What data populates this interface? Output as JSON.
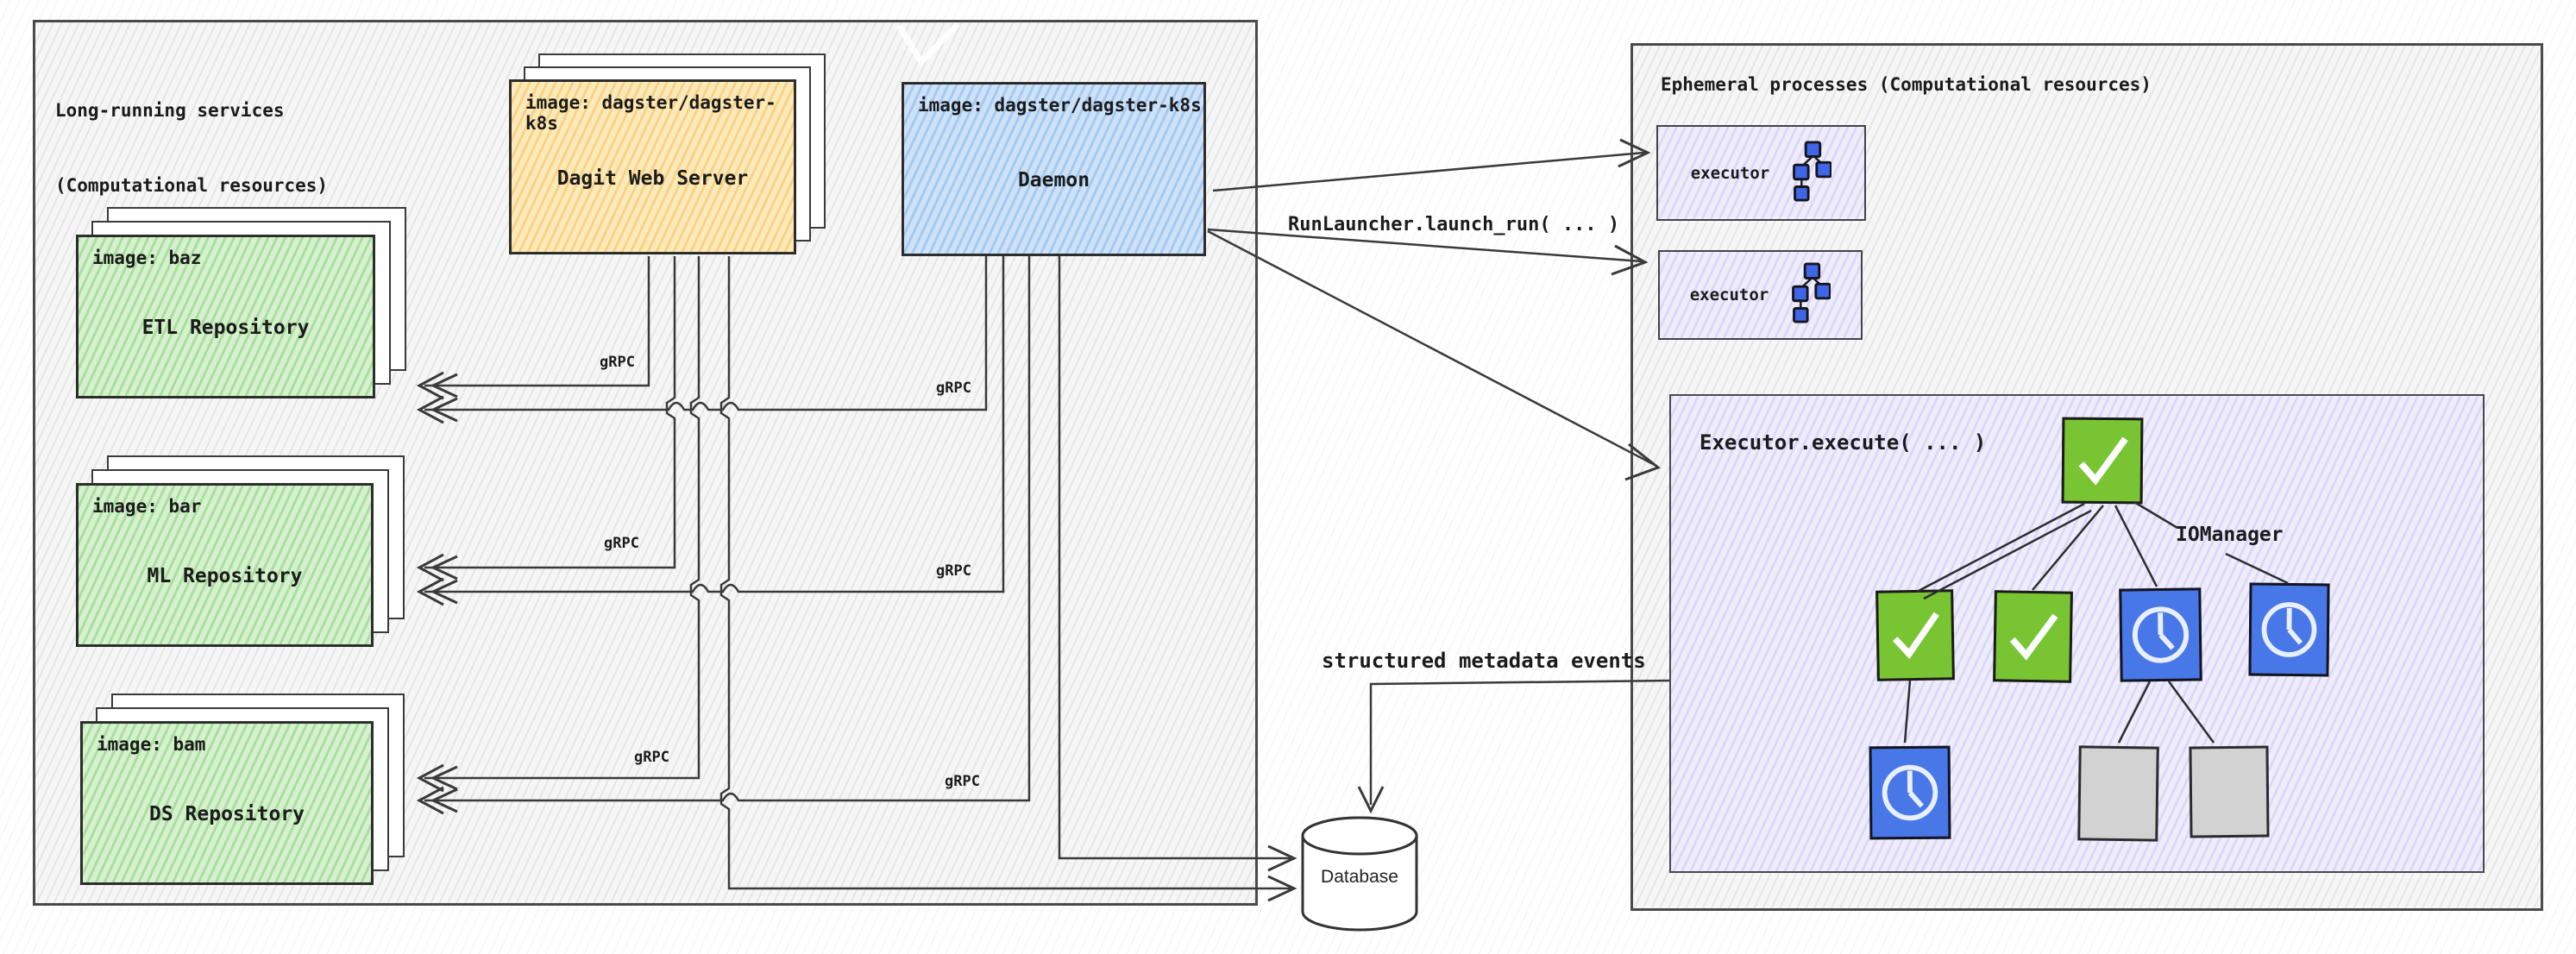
{
  "left_panel": {
    "title_line1": "Long-running services",
    "title_line2": "(Computational resources)",
    "dagit": {
      "image": "image: dagster/dagster-k8s",
      "name": "Dagit Web Server"
    },
    "daemon": {
      "image": "image: dagster/dagster-k8s",
      "name": "Daemon"
    },
    "repos": [
      {
        "image": "image: baz",
        "name": "ETL Repository"
      },
      {
        "image": "image: bar",
        "name": "ML Repository"
      },
      {
        "image": "image: bam",
        "name": "DS Repository"
      }
    ],
    "grpc_label": "gRPC"
  },
  "right_panel": {
    "title": "Ephemeral processes (Computational resources)",
    "executor_label": "executor",
    "execute_call": "Executor.execute( ... )",
    "iomanager_label": "IOManager"
  },
  "connections": {
    "run_launcher": "RunLauncher.launch_run( ... )",
    "metadata_events": "structured metadata events"
  },
  "database": {
    "label": "Database"
  },
  "execution_graph": {
    "root_status": "success",
    "row2_statuses": [
      "success",
      "success",
      "pending",
      "pending"
    ],
    "row3_statuses": [
      "pending",
      "skipped",
      "skipped"
    ]
  },
  "colors": {
    "success_node": "#79c433",
    "pending_node": "#4877e8",
    "skipped_node": "#d2d2d2",
    "dagit_fill": "#fdeab8",
    "daemon_fill": "#cde2f8",
    "repo_fill": "#d6f1cd",
    "ephemeral_fill": "#efedfc"
  }
}
